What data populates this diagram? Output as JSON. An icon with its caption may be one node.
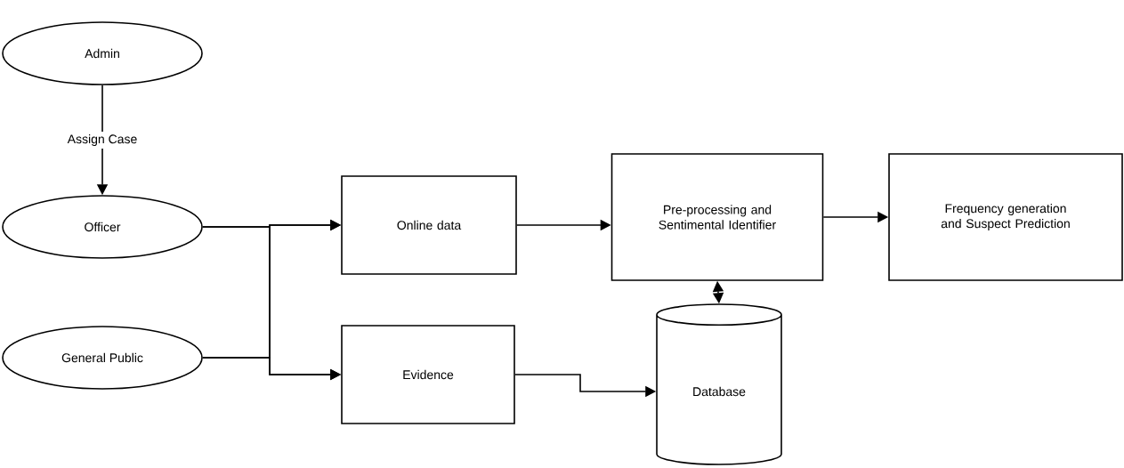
{
  "diagram": {
    "nodes": [
      {
        "text": [
          "Admin"
        ]
      },
      {
        "text": [
          "Officer"
        ]
      },
      {
        "text": [
          "General Public"
        ]
      },
      {
        "text": [
          "Online data"
        ]
      },
      {
        "text": [
          "Evidence"
        ]
      },
      {
        "text": [
          "Pre-processing and Sentimental Identifier"
        ]
      },
      {
        "text": [
          "Frequency generation and Suspect Prediction"
        ]
      },
      {
        "text": [
          "Database"
        ]
      }
    ],
    "edges": [
      {
        "from": 0,
        "to": 1,
        "arrow": "to",
        "label": "Assign Case"
      },
      {
        "from": 1,
        "to": 3,
        "arrow": "to"
      },
      {
        "from": 1,
        "to": 4,
        "arrow": "to"
      },
      {
        "from": 2,
        "to": 3,
        "arrow": "to"
      },
      {
        "from": 2,
        "to": 4,
        "arrow": "to"
      },
      {
        "from": 3,
        "to": 5,
        "arrow": "to"
      },
      {
        "from": 5,
        "to": 6,
        "arrow": "to"
      },
      {
        "from": 5,
        "to": 7,
        "arrow": "both"
      },
      {
        "from": 4,
        "to": 7,
        "arrow": "to"
      }
    ]
  }
}
